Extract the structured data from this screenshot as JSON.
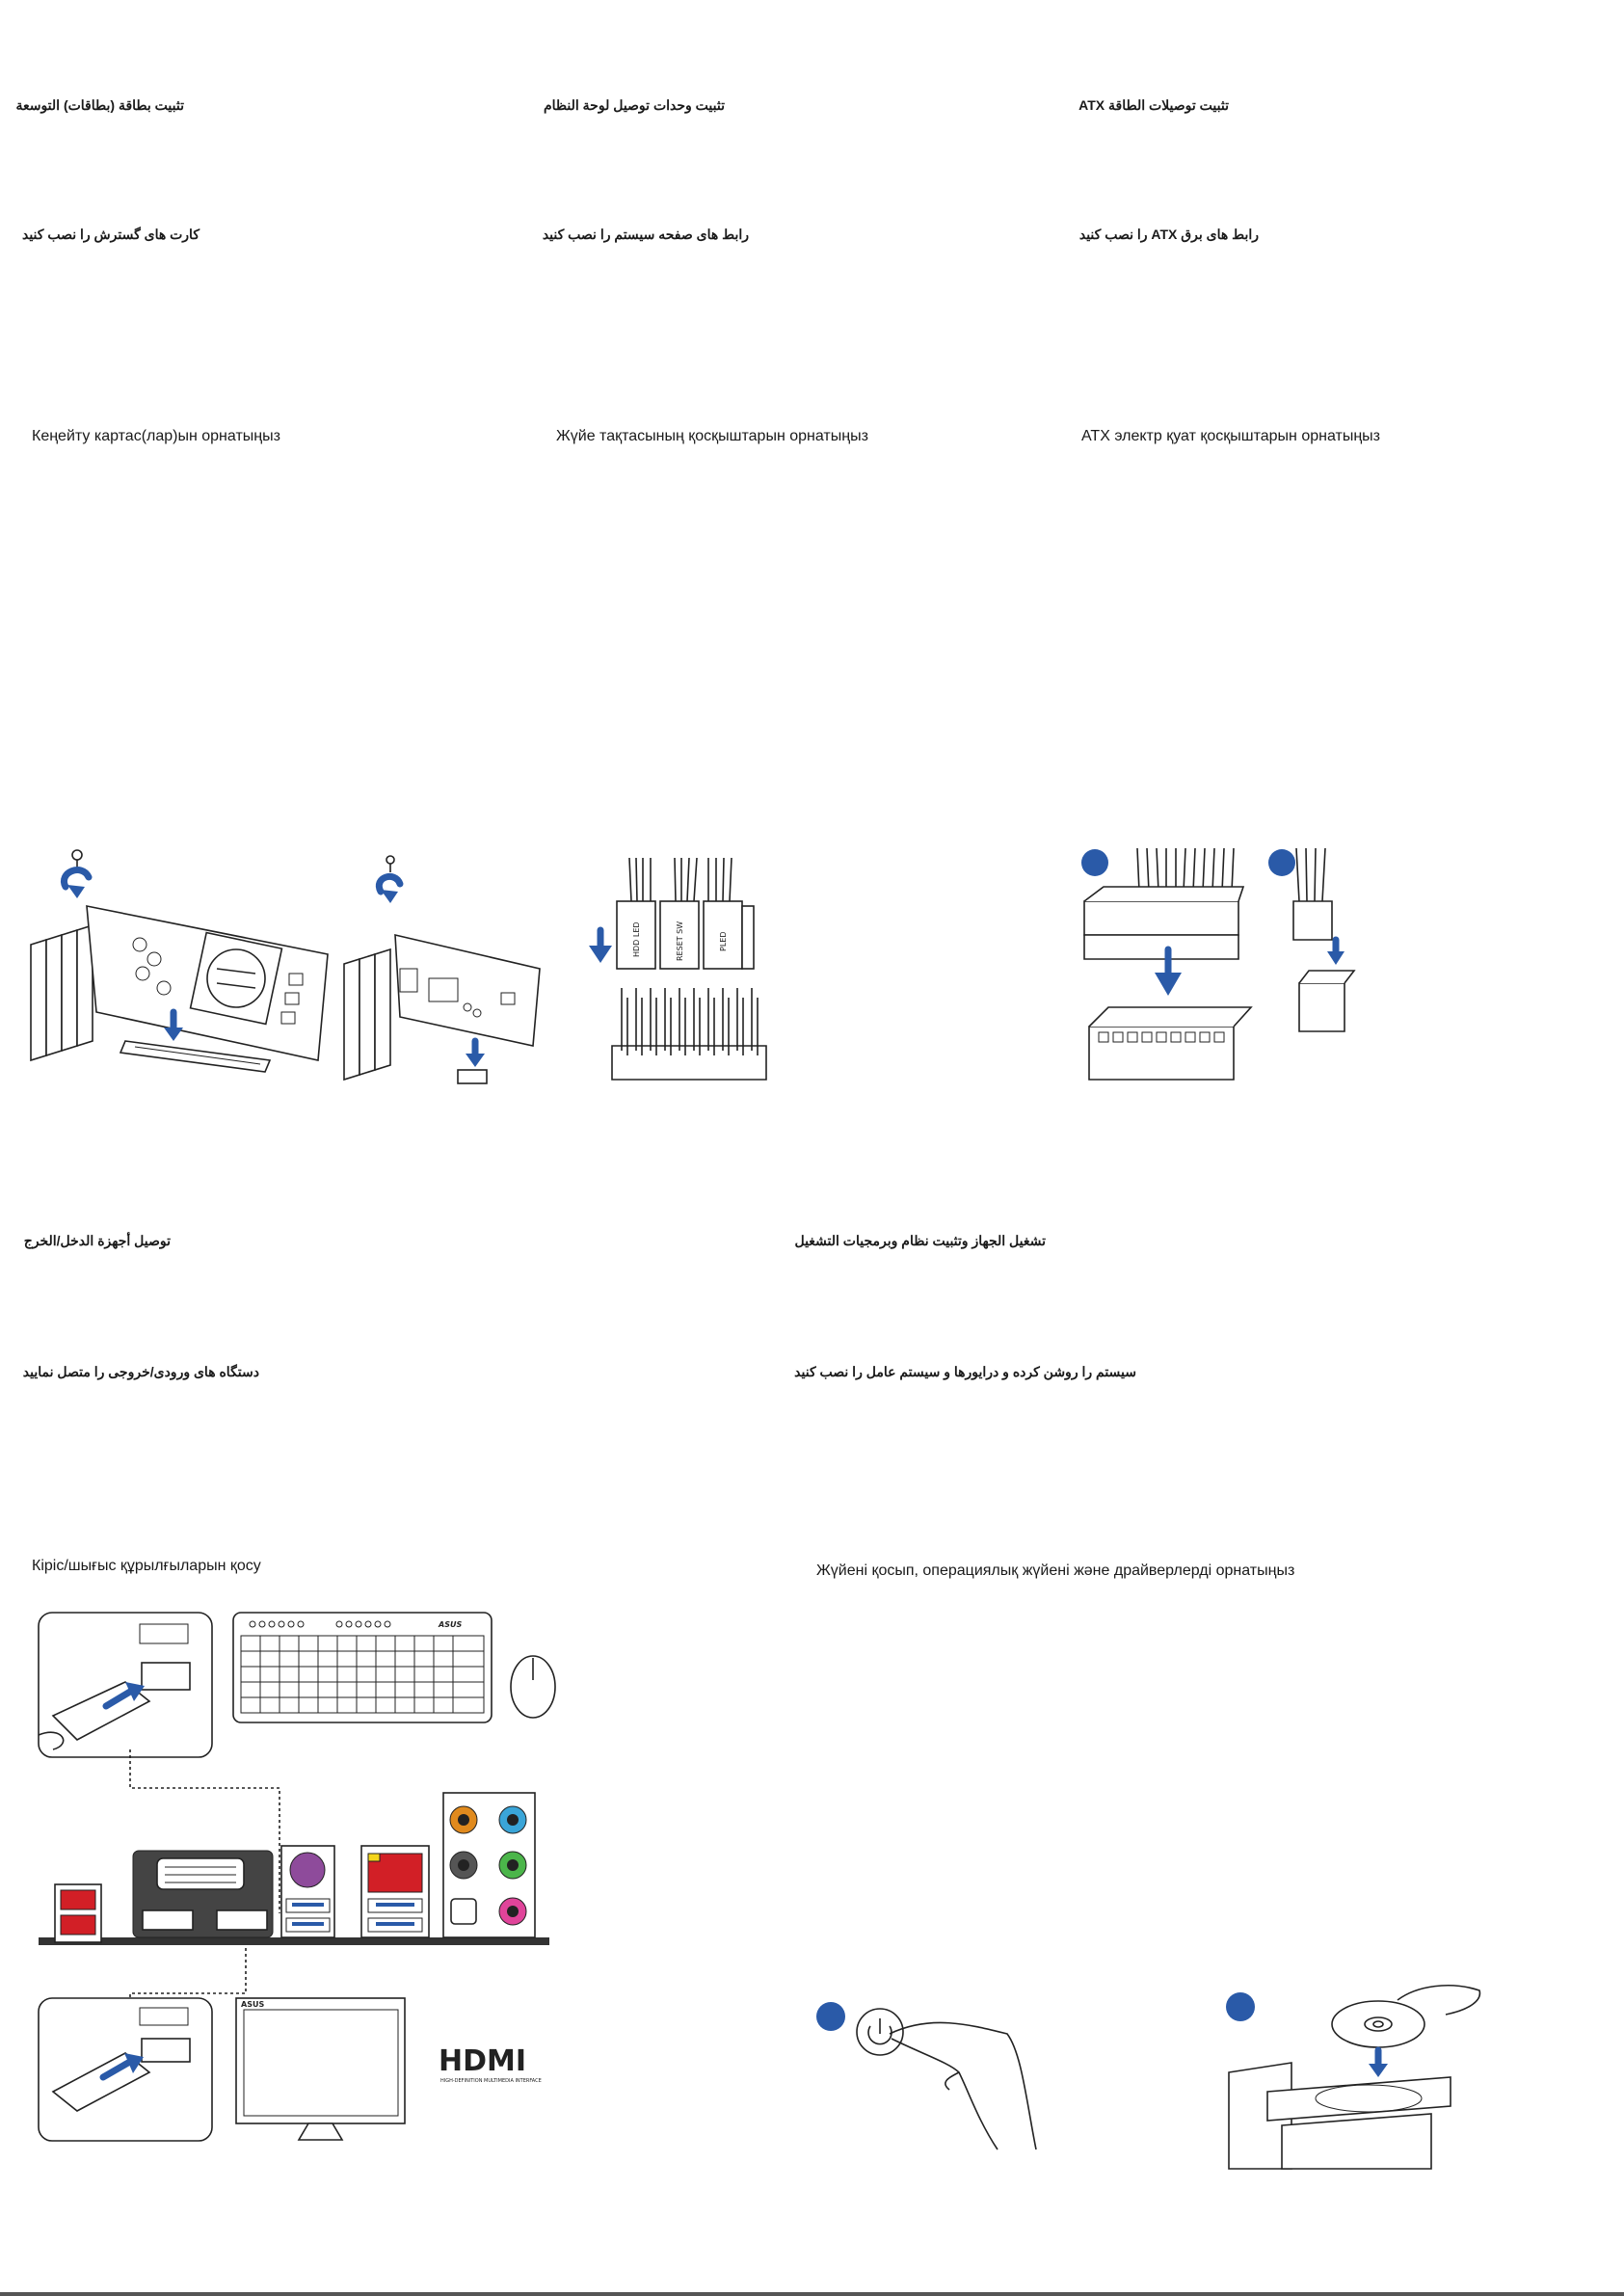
{
  "sections": {
    "expansion": {
      "arabic": "تثبيت بطاقة (بطاقات) التوسعة",
      "persian": "کارت های گسترش را نصب کنید",
      "kazakh": "Кеңейту картас(лар)ын орнатыңыз"
    },
    "panel": {
      "arabic": "تثبيت وحدات توصيل لوحة النظام",
      "persian": "رابط های صفحه سیستم را نصب کنید",
      "kazakh": "Жүйе тақтасының қосқыштарын орнатыңыз",
      "labels": [
        "HDD LED",
        "RESET SW",
        "PLED"
      ]
    },
    "atx": {
      "arabic": "تثبيت توصيلات الطاقة ATX",
      "persian": "رابط های برق ATX را نصب کنید",
      "kazakh": "АТХ электр қуат қосқыштарын орнатыңыз"
    },
    "io": {
      "arabic": "توصيل أجهزة الدخل/الخرج",
      "persian": "دستگاه های ورودی/خروجی را متصل نمایید",
      "kazakh": "Кіріс/шығыс құрылғыларын қосу",
      "keyboard_brand": "ASUS",
      "monitor_brand": "ASUS",
      "hdmi_logo": "HDMI",
      "hdmi_tagline": "HIGH-DEFINITION MULTIMEDIA INTERFACE"
    },
    "power": {
      "arabic": "تشغيل الجهاز وتثبيت نظام وبرمجيات التشغيل",
      "persian": "سیستم را روشن کرده و درایورها و سیستم عامل را نصب کنید",
      "kazakh": "Жүйені қосып, операциялық жүйені және драйверлерді орнатыңыз"
    }
  },
  "colors": {
    "accent_blue": "#2a5aa8",
    "port_red": "#d21f26",
    "ps2_purple": "#8e4b9b",
    "audio_orange": "#e08a1e",
    "audio_blue": "#3aa5d8",
    "audio_green": "#4bb54a",
    "audio_pink": "#e0449a"
  },
  "icons": [
    "screw-icon",
    "rotate-arrow-icon",
    "down-arrow-icon",
    "power-button-icon",
    "disc-icon",
    "mouse-icon"
  ]
}
